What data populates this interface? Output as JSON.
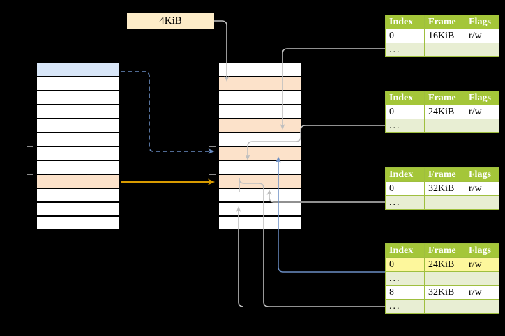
{
  "diagram": {
    "title": "page-table-walk-diagram",
    "background": "#000000",
    "size_label": {
      "text": "4KiB",
      "bg": "#fdecc8"
    },
    "colors": {
      "table_header_green": "#a4c639",
      "table_alt_row": "#e8eed3",
      "highlight_yellow": "#fdf79c",
      "cell_blue": "#d9e7f9",
      "cell_peach": "#fce2ca",
      "arrow_orange": "#d99b00",
      "arrow_blue": "#6b8ec4",
      "arrow_gray": "#bfbfbf"
    }
  },
  "left_column": {
    "name": "virtual-address-space",
    "rows": [
      {
        "index": 0,
        "fill": "blue",
        "tick": true
      },
      {
        "index": 1,
        "fill": "white",
        "tick": true
      },
      {
        "index": 2,
        "fill": "white",
        "tick": true
      },
      {
        "index": 3,
        "fill": "white",
        "tick": false
      },
      {
        "index": 4,
        "fill": "white",
        "tick": true
      },
      {
        "index": 5,
        "fill": "white",
        "tick": false
      },
      {
        "index": 6,
        "fill": "white",
        "tick": true
      },
      {
        "index": 7,
        "fill": "white",
        "tick": false
      },
      {
        "index": 8,
        "fill": "peach",
        "tick": true
      },
      {
        "index": 9,
        "fill": "white",
        "tick": false
      },
      {
        "index": 10,
        "fill": "white",
        "tick": false
      },
      {
        "index": 11,
        "fill": "white",
        "tick": false
      }
    ]
  },
  "middle_column": {
    "name": "physical-memory",
    "rows": [
      {
        "index": 0,
        "fill": "white",
        "tick": true
      },
      {
        "index": 1,
        "fill": "peach",
        "tick": true
      },
      {
        "index": 2,
        "fill": "white",
        "tick": true
      },
      {
        "index": 3,
        "fill": "white",
        "tick": false
      },
      {
        "index": 4,
        "fill": "peach",
        "tick": true
      },
      {
        "index": 5,
        "fill": "white",
        "tick": false
      },
      {
        "index": 6,
        "fill": "peach",
        "tick": true
      },
      {
        "index": 7,
        "fill": "white",
        "tick": false
      },
      {
        "index": 8,
        "fill": "peach",
        "tick": true
      },
      {
        "index": 9,
        "fill": "white",
        "tick": false
      },
      {
        "index": 10,
        "fill": "white",
        "tick": false
      },
      {
        "index": 11,
        "fill": "white",
        "tick": false
      }
    ]
  },
  "tables": [
    {
      "name": "page-table-level-1",
      "headers": {
        "index": "Index",
        "frame": "Frame",
        "flags": "Flags"
      },
      "rows": [
        {
          "kind": "data",
          "index": "0",
          "frame": "16KiB",
          "flags": "r/w",
          "highlight": false
        },
        {
          "kind": "ellip",
          "index": "...",
          "frame": "",
          "flags": ""
        }
      ]
    },
    {
      "name": "page-table-level-2",
      "headers": {
        "index": "Index",
        "frame": "Frame",
        "flags": "Flags"
      },
      "rows": [
        {
          "kind": "data",
          "index": "0",
          "frame": "24KiB",
          "flags": "r/w",
          "highlight": false
        },
        {
          "kind": "ellip",
          "index": "...",
          "frame": "",
          "flags": ""
        }
      ]
    },
    {
      "name": "page-table-level-3",
      "headers": {
        "index": "Index",
        "frame": "Frame",
        "flags": "Flags"
      },
      "rows": [
        {
          "kind": "data",
          "index": "0",
          "frame": "32KiB",
          "flags": "r/w",
          "highlight": false
        },
        {
          "kind": "ellip",
          "index": "...",
          "frame": "",
          "flags": ""
        }
      ]
    },
    {
      "name": "page-table-level-4",
      "headers": {
        "index": "Index",
        "frame": "Frame",
        "flags": "Flags"
      },
      "rows": [
        {
          "kind": "data",
          "index": "0",
          "frame": "24KiB",
          "flags": "r/w",
          "highlight": true
        },
        {
          "kind": "ellip",
          "index": "...",
          "frame": "",
          "flags": ""
        },
        {
          "kind": "data",
          "index": "8",
          "frame": "32KiB",
          "flags": "r/w",
          "highlight": false
        },
        {
          "kind": "ellip",
          "index": "...",
          "frame": "",
          "flags": ""
        }
      ]
    }
  ]
}
